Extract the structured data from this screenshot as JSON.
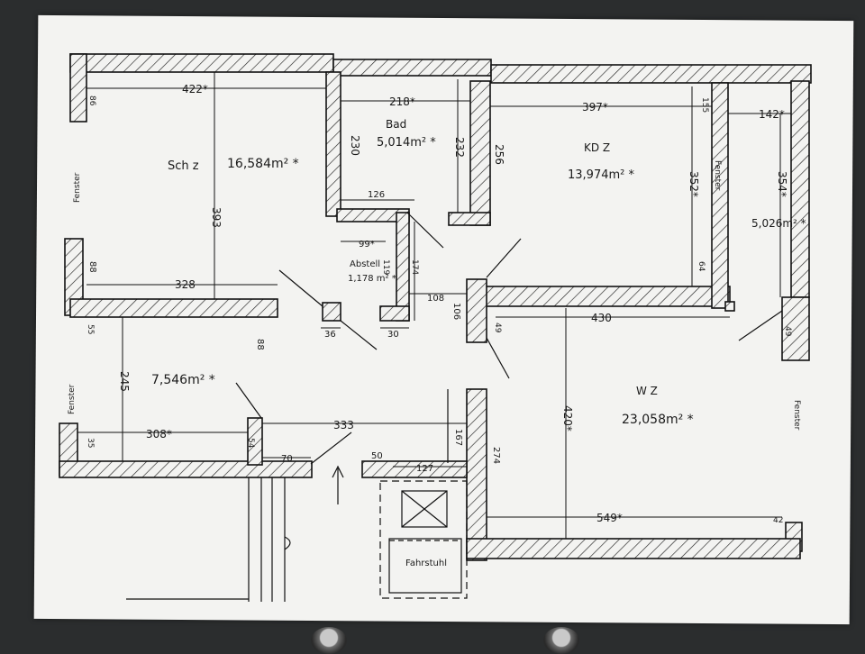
{
  "rooms": {
    "schz": {
      "name": "Sch z",
      "area": "16,584m² *"
    },
    "bad": {
      "name": "Bad",
      "area": "5,014m² *"
    },
    "kdz": {
      "name": "KD Z",
      "area": "13,974m² *"
    },
    "small_right": {
      "area": "5,026m² *"
    },
    "abstell": {
      "name": "Abstell",
      "area": "1,178 m² *"
    },
    "left_lower": {
      "area": "7,546m² *"
    },
    "wz": {
      "name": "W Z",
      "area": "23,058m² *"
    },
    "fahrstuhl": {
      "name": "Fahrstuhl"
    }
  },
  "windows": {
    "left_upper": "Fenster",
    "left_lower": "Fenster",
    "kdz_right": "Fenster",
    "wz_right": "Fenster"
  },
  "dimensions": {
    "d422": "422*",
    "d218": "218*",
    "d397": "397*",
    "d142": "142*",
    "d393": "393",
    "d230": "230",
    "d232": "232",
    "d256": "256",
    "d352": "352*",
    "d354": "354*",
    "d126": "126",
    "d99": "99*",
    "d119": "119",
    "d174": "174",
    "d108": "108",
    "d106": "106",
    "d430": "430",
    "d420": "420*",
    "d328": "328",
    "d245": "245",
    "d308": "308*",
    "d333": "333",
    "d127": "127",
    "d50": "50",
    "d70": "70",
    "d549": "549*",
    "d274": "274",
    "d167": "167",
    "d36": "36",
    "d30": "30",
    "d88a": "88",
    "d88b": "88",
    "d55": "55",
    "d35": "35",
    "d54": "54",
    "d49a": "49",
    "d49b": "49",
    "d64": "64",
    "d155": "155",
    "d42": "42",
    "d86": "86"
  }
}
